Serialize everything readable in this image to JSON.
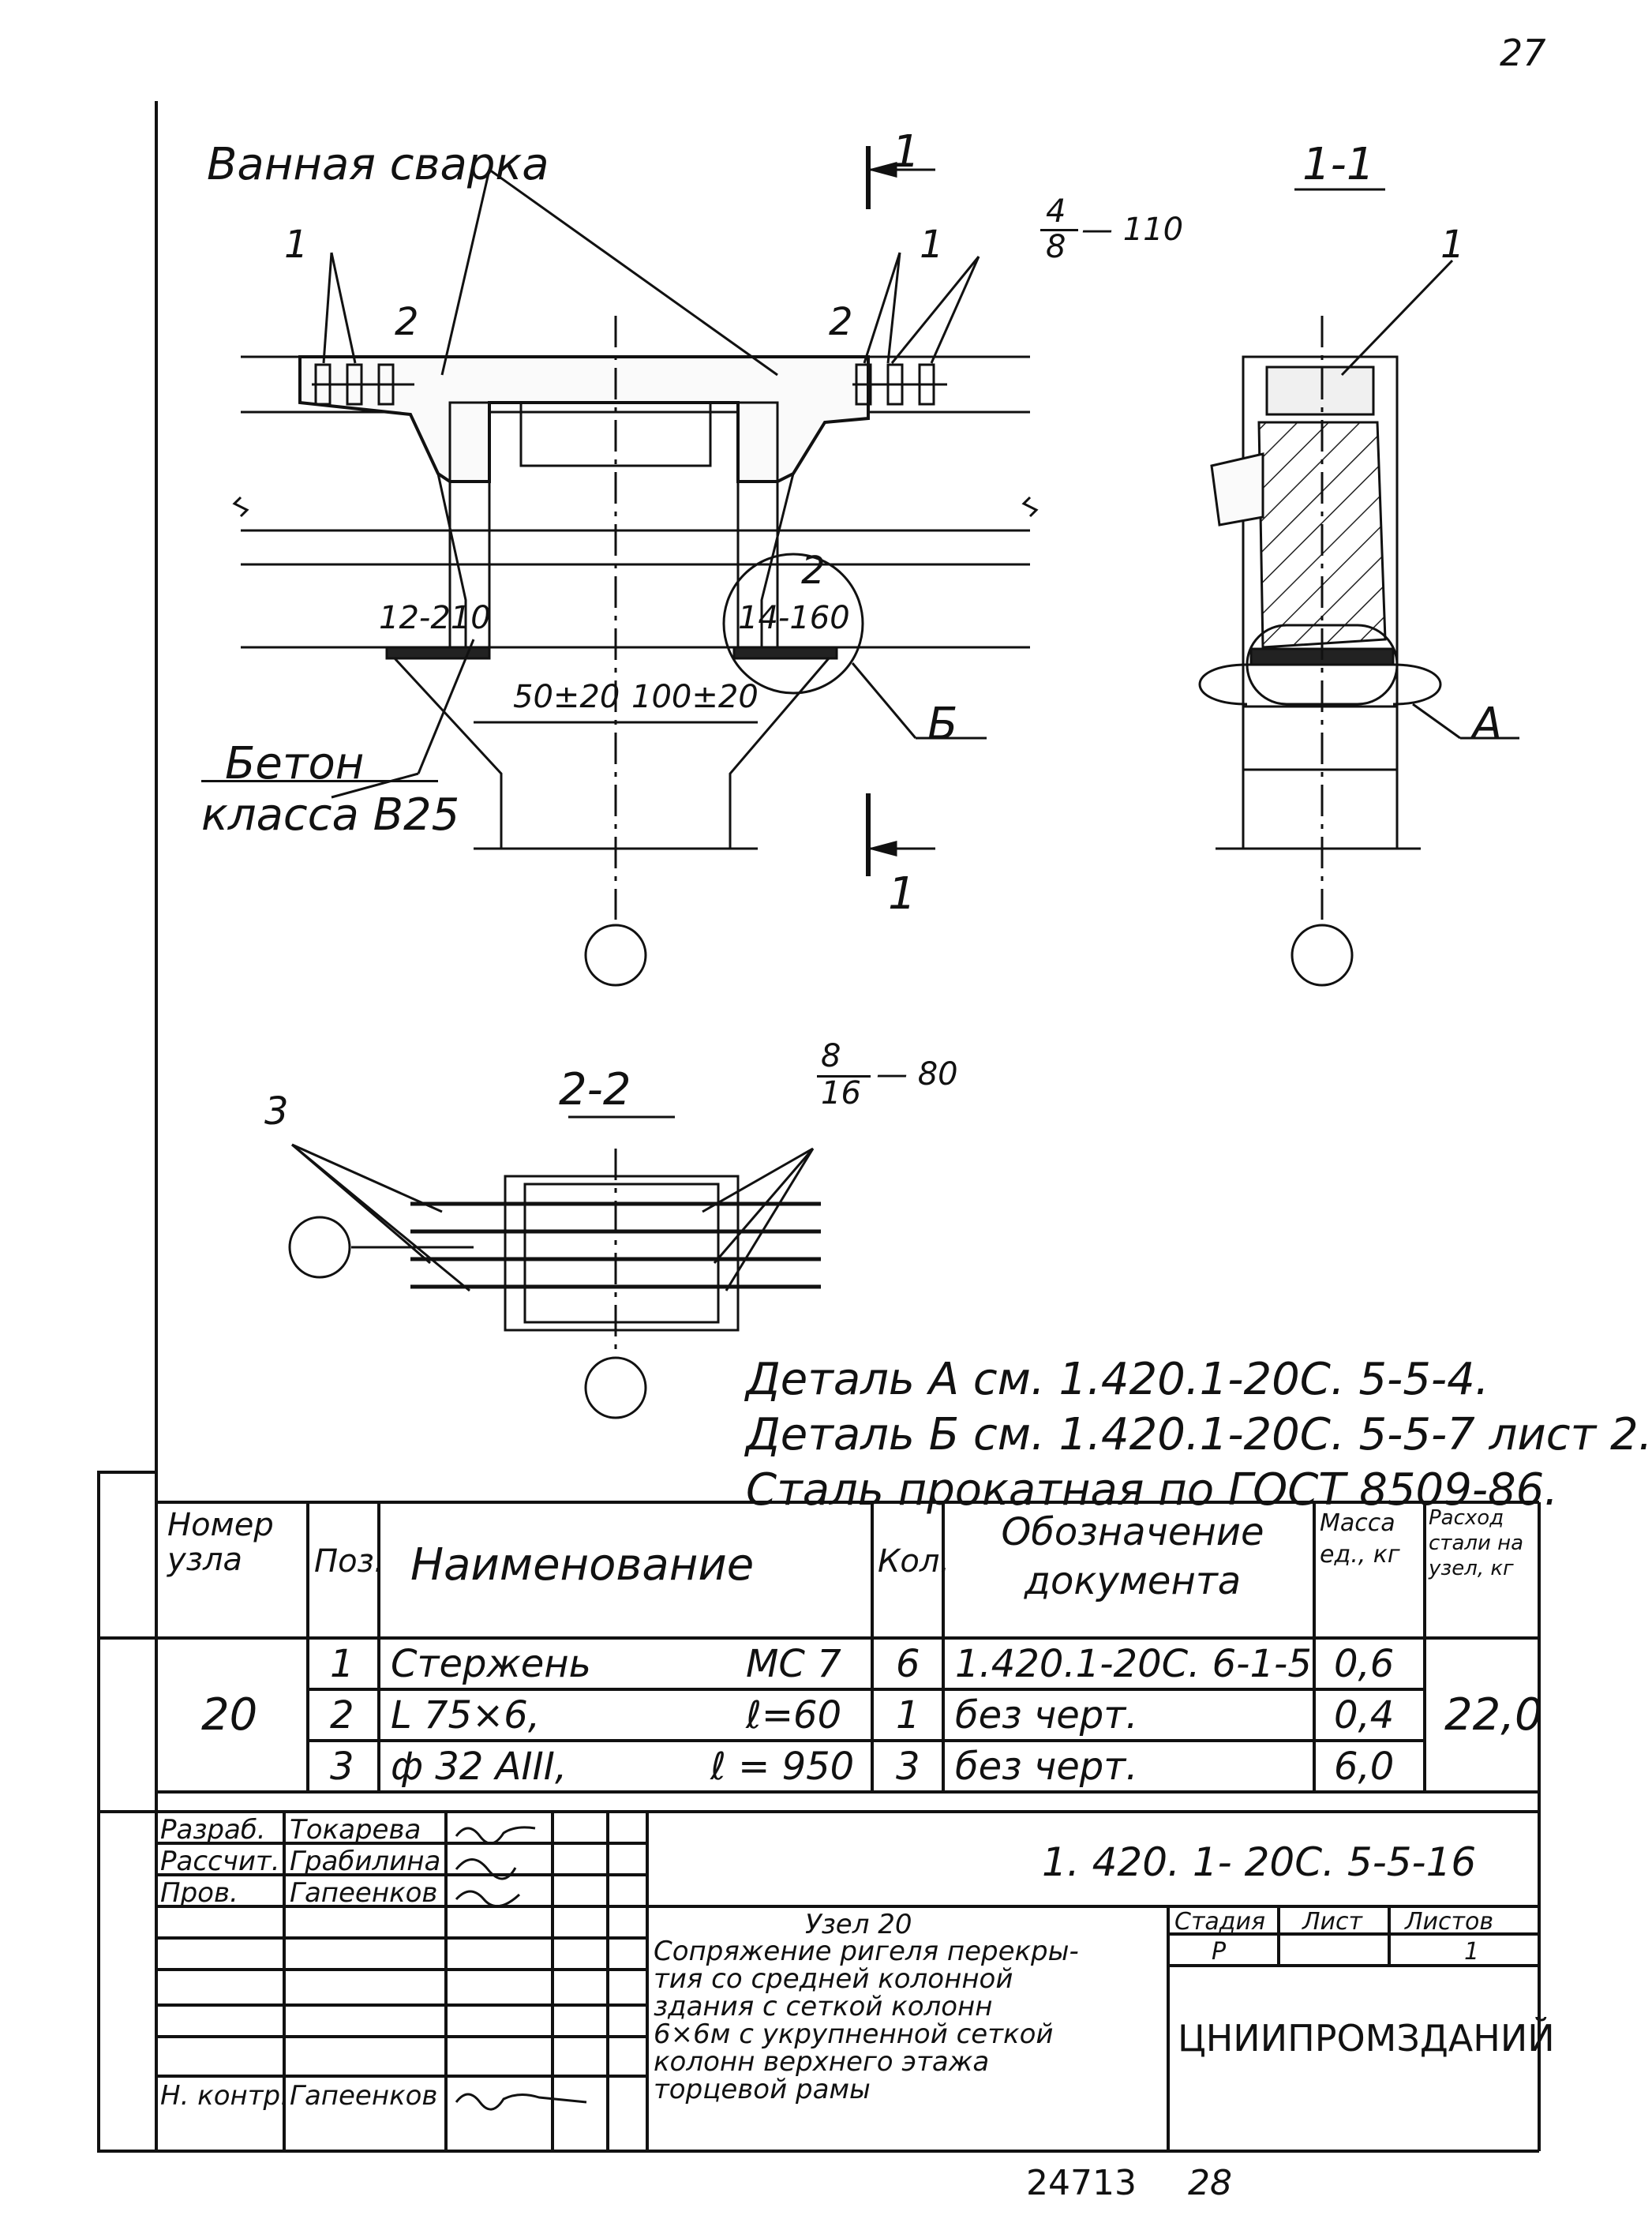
{
  "page": {
    "page_number": "27",
    "archive_numbers": {
      "left": "24713",
      "right": "28"
    }
  },
  "drawing": {
    "welding_label": "Ванная сварка",
    "section_marker": "1",
    "section_title_1": "1-1",
    "section_title_2": "2-2",
    "callout_1": "1",
    "callout_2": "2",
    "callout_3": "3",
    "rebar_left": "12-210",
    "rebar_right": "14-160",
    "rebar_fraction_top_num": "4",
    "rebar_fraction_top_den": "8",
    "rebar_fraction_top_len": "— 110",
    "rebar_fraction_bottom_num": "8",
    "rebar_fraction_bottom_den": "16",
    "rebar_fraction_bottom_len": "— 80",
    "dim_left": "50±20",
    "dim_right": "100±20",
    "concrete_label_1": "Бетон",
    "concrete_label_2": "класса В25",
    "detail_b": "Б",
    "detail_a": "А"
  },
  "notes": [
    "Деталь А  см. 1.420.1-20С. 5-5-4.",
    "Деталь Б  см. 1.420.1-20С. 5-5-7 лист 2.",
    "Сталь прокатная по ГОСТ 8509-86."
  ],
  "spec_table": {
    "headers": {
      "node": "Номер узла",
      "pos": "Поз.",
      "name": "Наименование",
      "qty": "Кол.",
      "doc": "Обозначение документа",
      "mass": "Масса ед., кг",
      "consumption": "Расход стали на узел, кг"
    },
    "node_number": "20",
    "consumption_total": "22,0",
    "rows": [
      {
        "pos": "1",
        "name": "Стержень",
        "mark": "МС 7",
        "qty": "6",
        "doc": "1.420.1-20С. 6-1-5",
        "mass": "0,6"
      },
      {
        "pos": "2",
        "name": "L 75×6,",
        "mark": "ℓ=60",
        "qty": "1",
        "doc": "без черт.",
        "mass": "0,4"
      },
      {
        "pos": "3",
        "name": "ф 32 АIII,",
        "mark": "ℓ = 950",
        "qty": "3",
        "doc": "без черт.",
        "mass": "6,0"
      }
    ]
  },
  "title_block": {
    "roles": [
      {
        "role": "Разраб.",
        "name": "Токарева"
      },
      {
        "role": "Рассчит.",
        "name": "Грабилина"
      },
      {
        "role": "Пров.",
        "name": "Гапеенков"
      },
      {
        "role": "",
        "name": ""
      },
      {
        "role": "",
        "name": ""
      },
      {
        "role": "",
        "name": ""
      },
      {
        "role": "Н. контр.",
        "name": "Гапеенков"
      }
    ],
    "designation": "1. 420. 1- 20С. 5-5-16",
    "title_lines": [
      "Узел 20",
      "Сопряжение ригеля перекры-",
      "тия со средней колонной",
      "здания с сеткой колонн",
      "6×6м с укрупненной сеткой",
      "колонн верхнего этажа",
      "торцевой рамы"
    ],
    "stage_label": "Стадия",
    "stage_value": "Р",
    "sheet_label": "Лист",
    "sheet_value": "",
    "sheets_label": "Листов",
    "sheets_value": "1",
    "organization": "ЦНИИПРОМЗДАНИЙ"
  }
}
